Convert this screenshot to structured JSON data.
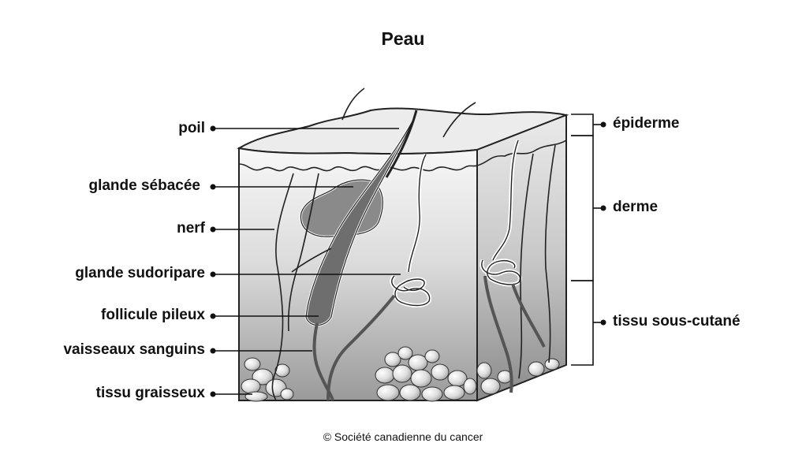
{
  "title": "Peau",
  "left_labels": [
    "poil",
    "glande sébacée",
    "nerf",
    "glande sudoripare",
    "follicule pileux",
    "vaisseaux sanguins",
    "tissu graisseux"
  ],
  "right_labels": [
    "épiderme",
    "derme",
    "tissu sous-cutané"
  ],
  "copyright": "© Société canadienne du cancer"
}
